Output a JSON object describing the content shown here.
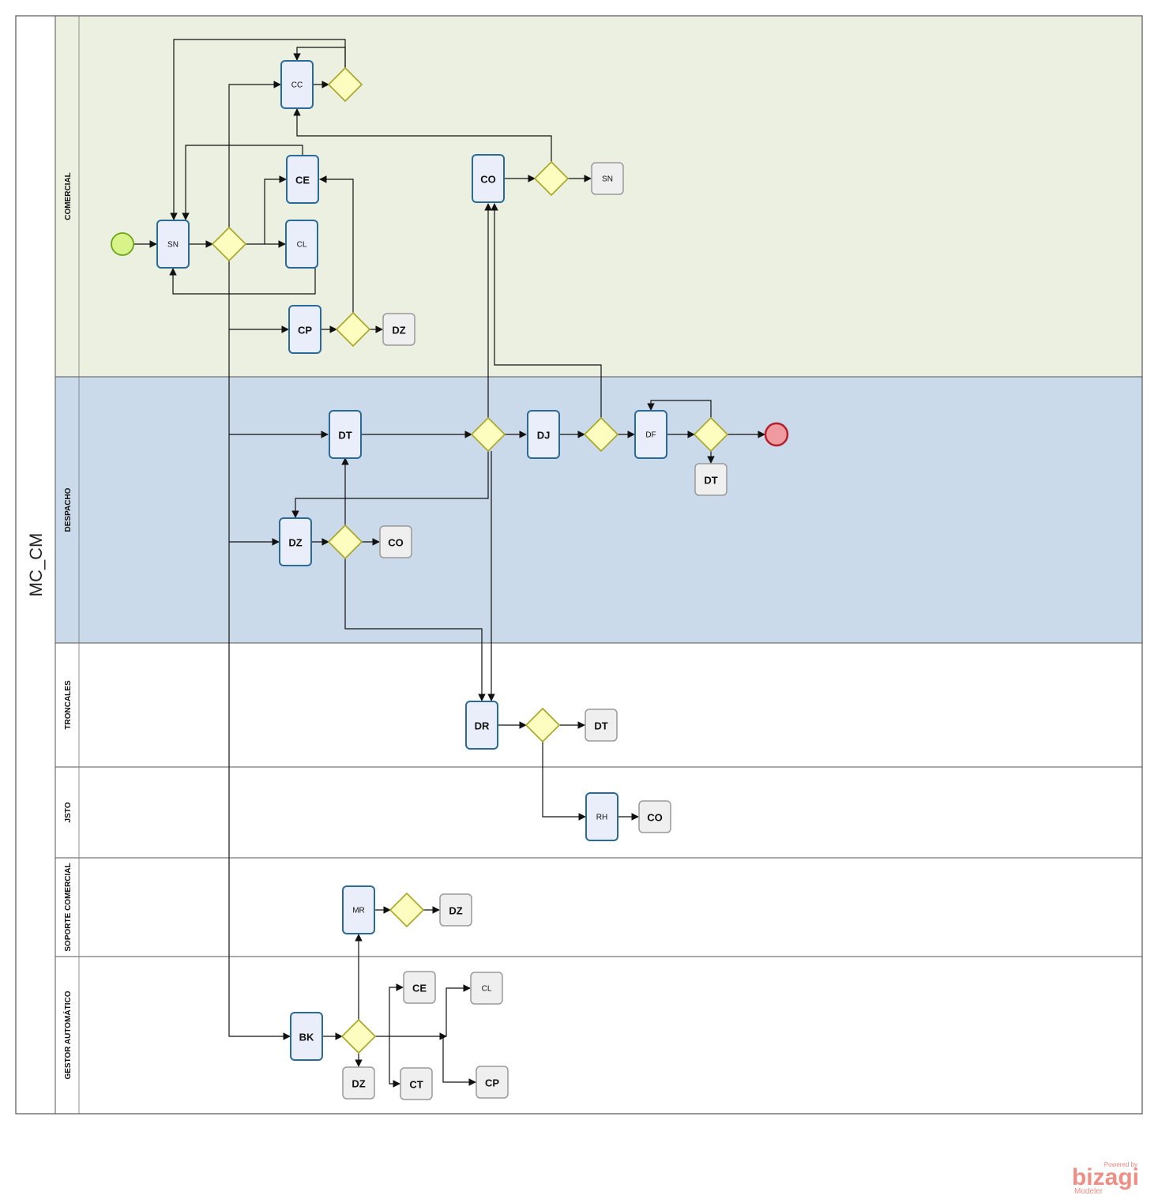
{
  "pool": {
    "title": "MC_CM"
  },
  "lanes": [
    {
      "id": "comercial",
      "name": "COMERCIAL",
      "fill": "#ebf0e0"
    },
    {
      "id": "despacho",
      "name": "DESPACHO",
      "fill": "#cadaea"
    },
    {
      "id": "troncales",
      "name": "TRONCALES",
      "fill": "#ffffff"
    },
    {
      "id": "jsto",
      "name": "JSTO",
      "fill": "#ffffff"
    },
    {
      "id": "soporte",
      "name": "SOPORTE COMERCIAL",
      "fill": "#ffffff"
    },
    {
      "id": "gestor",
      "name": "GESTOR AUTOMÁTICO",
      "fill": "#ffffff"
    }
  ],
  "colors": {
    "task_fill": "#e9eefa",
    "task_stroke": "#2a6a97",
    "end_task_fill": "#efefef",
    "end_task_stroke": "#9a9a9a",
    "gateway_fill": "#fdfdc0",
    "gateway_stroke": "#a6a622",
    "start_fill": "#d8f38a",
    "start_stroke": "#6aa315",
    "end_fill": "#ee9aa0",
    "end_stroke": "#b3202a"
  },
  "tasks": [
    {
      "id": "sn",
      "label": "SN",
      "kind": "task",
      "bold": false
    },
    {
      "id": "cc",
      "label": "CC",
      "kind": "task",
      "bold": false
    },
    {
      "id": "ce1",
      "label": "CE",
      "kind": "task",
      "bold": true
    },
    {
      "id": "cl1",
      "label": "CL",
      "kind": "task",
      "bold": false
    },
    {
      "id": "cp1",
      "label": "CP",
      "kind": "task",
      "bold": true
    },
    {
      "id": "dz1",
      "label": "DZ",
      "kind": "end-task",
      "bold": true
    },
    {
      "id": "co1",
      "label": "CO",
      "kind": "task",
      "bold": true
    },
    {
      "id": "sn2",
      "label": "SN",
      "kind": "end-task",
      "bold": false
    },
    {
      "id": "dt1",
      "label": "DT",
      "kind": "task",
      "bold": true
    },
    {
      "id": "dj",
      "label": "DJ",
      "kind": "task",
      "bold": true
    },
    {
      "id": "df",
      "label": "DF",
      "kind": "task",
      "bold": false
    },
    {
      "id": "dt2",
      "label": "DT",
      "kind": "end-task",
      "bold": true
    },
    {
      "id": "dz2",
      "label": "DZ",
      "kind": "task",
      "bold": true
    },
    {
      "id": "co2",
      "label": "CO",
      "kind": "end-task",
      "bold": true
    },
    {
      "id": "dr",
      "label": "DR",
      "kind": "task",
      "bold": true
    },
    {
      "id": "dt3",
      "label": "DT",
      "kind": "end-task",
      "bold": true
    },
    {
      "id": "rh",
      "label": "RH",
      "kind": "task",
      "bold": false
    },
    {
      "id": "co3",
      "label": "CO",
      "kind": "end-task",
      "bold": true
    },
    {
      "id": "mr",
      "label": "MR",
      "kind": "task",
      "bold": false
    },
    {
      "id": "dz3",
      "label": "DZ",
      "kind": "end-task",
      "bold": true
    },
    {
      "id": "bk",
      "label": "BK",
      "kind": "task",
      "bold": true
    },
    {
      "id": "ce2",
      "label": "CE",
      "kind": "end-task",
      "bold": true
    },
    {
      "id": "cl2",
      "label": "CL",
      "kind": "end-task",
      "bold": false
    },
    {
      "id": "dz4",
      "label": "DZ",
      "kind": "end-task",
      "bold": true
    },
    {
      "id": "ct",
      "label": "CT",
      "kind": "end-task",
      "bold": true
    },
    {
      "id": "cp2",
      "label": "CP",
      "kind": "end-task",
      "bold": true
    }
  ],
  "gateways": [
    "g_sn",
    "g_cc",
    "g_cp",
    "g_co",
    "g_dt",
    "g_dj",
    "g_df",
    "g_dz",
    "g_dr",
    "g_mr",
    "g_bk"
  ],
  "events": [
    {
      "id": "start",
      "type": "start"
    },
    {
      "id": "end",
      "type": "end"
    }
  ],
  "branding": {
    "powered_by": "Powered by",
    "name": "bizagi",
    "product": "Modeler"
  }
}
